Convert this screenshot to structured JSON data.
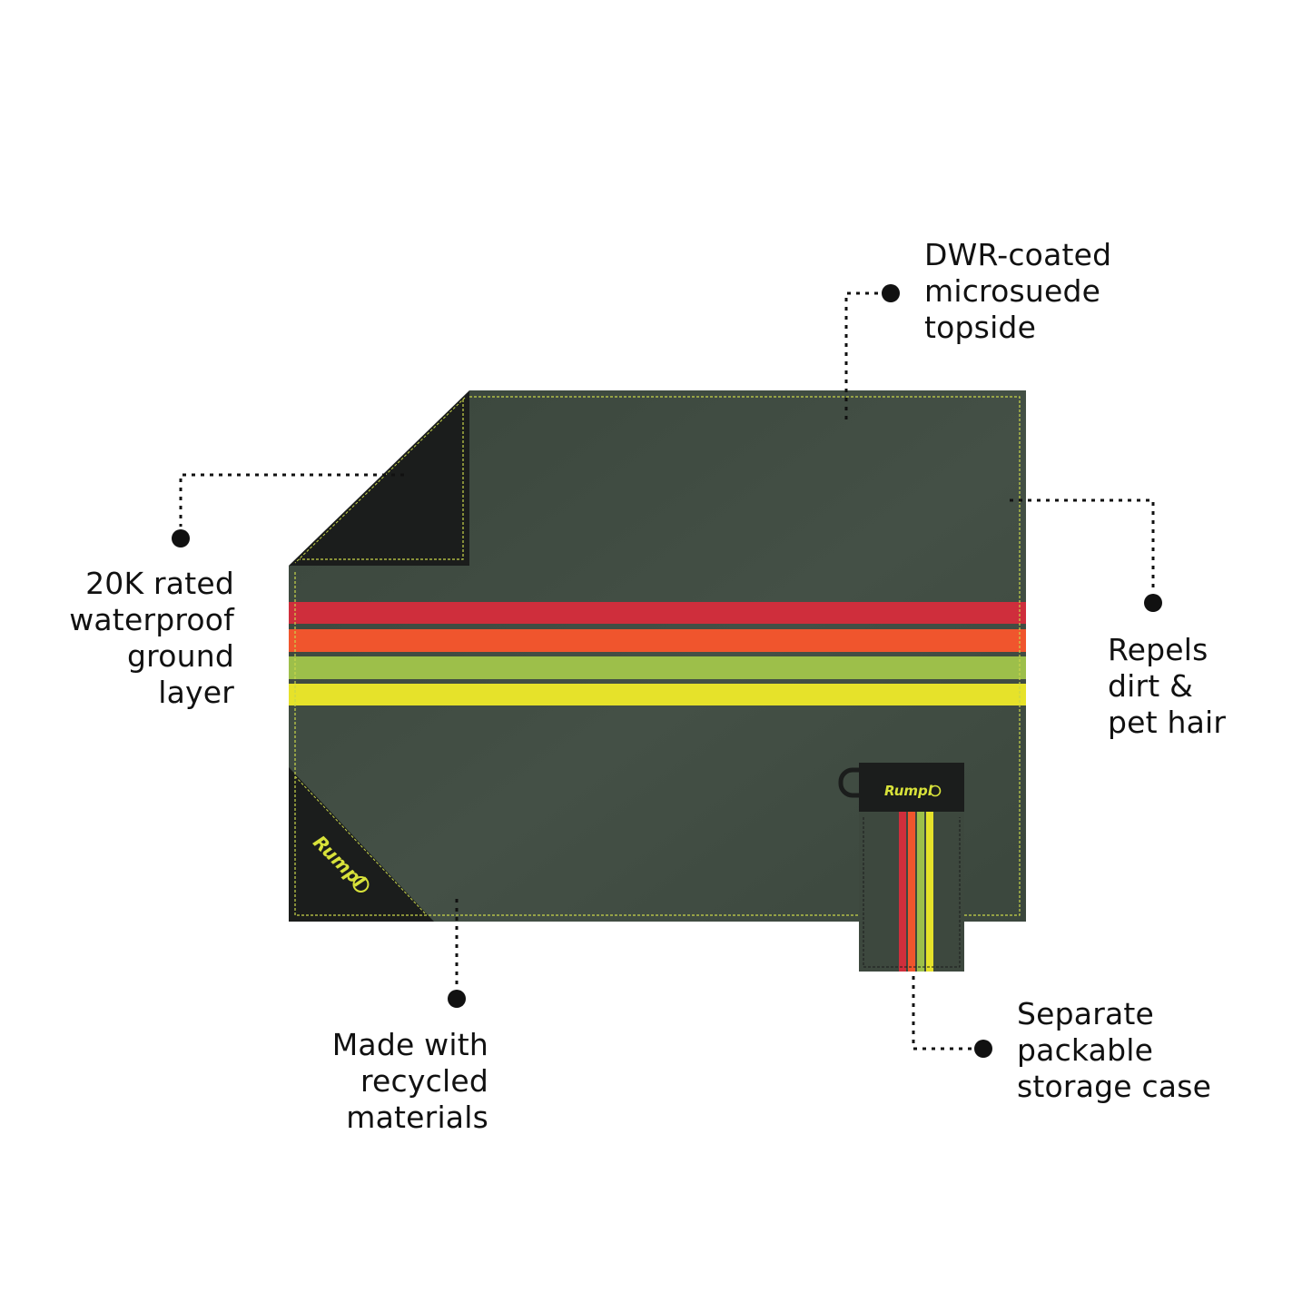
{
  "colors": {
    "blanket": "#3e4a40",
    "blanket_dark": "#374238",
    "underside": "#1b1d1c",
    "stitch": "#c9d64a",
    "stripe_red": "#cf2e3c",
    "stripe_orange": "#f0552d",
    "stripe_green": "#9dbf4a",
    "stripe_yellow": "#e6e22a",
    "logo": "#d8e23a",
    "text": "#111111"
  },
  "brand": {
    "logo": "Rumpl"
  },
  "callouts": {
    "topside": [
      "DWR-coated",
      "microsuede",
      "topside"
    ],
    "ground_layer": [
      "20K rated",
      "waterproof",
      "ground",
      "layer"
    ],
    "repels": [
      "Repels",
      "dirt &",
      "pet hair"
    ],
    "recycled": [
      "Made with",
      "recycled",
      "materials"
    ],
    "case": [
      "Separate",
      "packable",
      "storage case"
    ]
  }
}
